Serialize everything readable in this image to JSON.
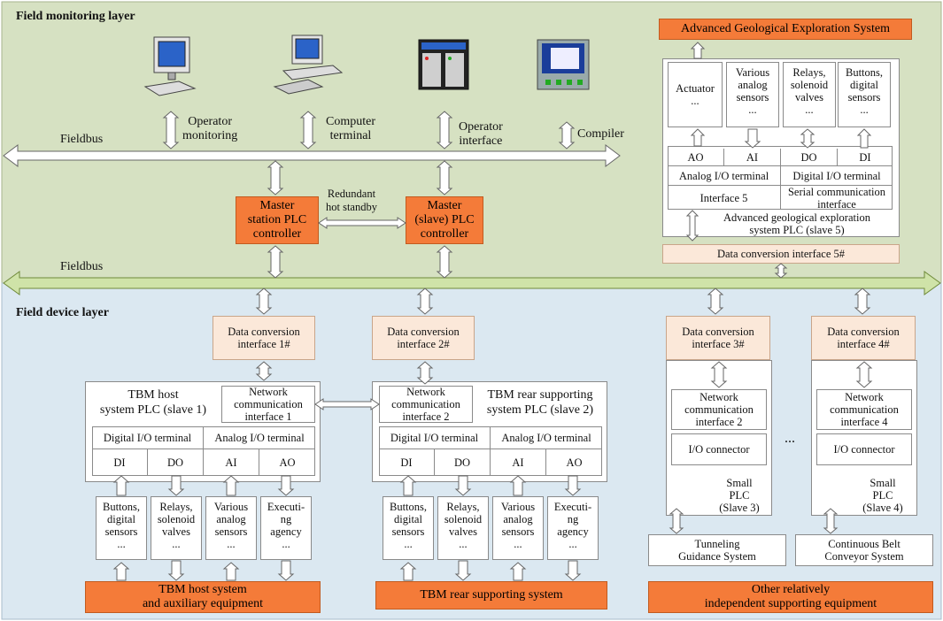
{
  "layers": {
    "top": "Field monitoring layer",
    "bottom": "Field device layer"
  },
  "colors": {
    "top_bg": "#d6e1c2",
    "bottom_bg": "#dbe8f1",
    "orange": "#f47b39",
    "peach": "#fbe8d9"
  },
  "fieldbus_label": "Fieldbus",
  "workstations": [
    {
      "icon": "operator-workstation-icon",
      "label": "Operator\nmonitoring"
    },
    {
      "icon": "computer-terminal-icon",
      "label": "Computer\nterminal"
    },
    {
      "icon": "operator-interface-panel-icon",
      "label": "Operator\ninterface"
    },
    {
      "icon": "compiler-screen-icon",
      "label": "Compiler"
    }
  ],
  "masters": {
    "station": "Master\nstation PLC\ncontroller",
    "slave": "Master\n(slave) PLC\ncontroller",
    "redundant": "Redundant\nhot standby"
  },
  "geo": {
    "title": "Advanced Geological Exploration System",
    "devices": [
      "Actuator\n...",
      "Various\nanalog\nsensors\n...",
      "Relays,\nsolenoid\nvalves\n...",
      "Buttons,\ndigital\nsensors\n..."
    ],
    "signals": [
      "AO",
      "AI",
      "DO",
      "DI"
    ],
    "analog_terminal": "Analog I/O terminal",
    "digital_terminal": "Digital I/O terminal",
    "interface5": "Interface 5",
    "serial": "Serial communication\ninterface",
    "plc": "Advanced geological exploration\nsystem PLC (slave 5)",
    "conversion": "Data conversion interface 5#"
  },
  "conversions": [
    "Data conversion\ninterface 1#",
    "Data conversion\ninterface 2#",
    "Data conversion\ninterface 3#",
    "Data conversion\ninterface 4#"
  ],
  "host": {
    "plc": "TBM host\nsystem PLC (slave  1)",
    "network": "Network\ncommunication\ninterface 1",
    "digital": "Digital I/O terminal",
    "analog": "Analog I/O terminal",
    "signals": [
      "DI",
      "DO",
      "AI",
      "AO"
    ],
    "devices": [
      "Buttons,\ndigital\nsensors\n...",
      "Relays,\nsolenoid\nvalves\n...",
      "Various\nanalog\nsensors\n...",
      "Executi-\nng\nagency\n..."
    ],
    "bottom": "TBM host system\nand auxiliary equipment"
  },
  "rear": {
    "plc": "TBM rear supporting\nsystem PLC (slave  2)",
    "network": "Network\ncommunication\ninterface 2",
    "digital": "Digital I/O terminal",
    "analog": "Analog I/O terminal",
    "signals": [
      "DI",
      "DO",
      "AI",
      "AO"
    ],
    "devices": [
      "Buttons,\ndigital\nsensors\n...",
      "Relays,\nsolenoid\nvalves\n...",
      "Various\nanalog\nsensors\n...",
      "Executi-\nng\nagency\n..."
    ],
    "bottom": "TBM rear supporting system"
  },
  "small": [
    {
      "network": "Network\ncommunication\ninterface 2",
      "io": "I/O connector",
      "plc": "Small\nPLC\n(Slave 3)",
      "system": "Tunneling\nGuidance System"
    },
    {
      "network": "Network\ncommunication\ninterface 4",
      "io": "I/O connector",
      "plc": "Small\nPLC\n(Slave 4)",
      "system": "Continuous Belt\nConveyor System"
    }
  ],
  "ellipsis": "...",
  "other_bottom": "Other relatively\nindependent supporting equipment"
}
